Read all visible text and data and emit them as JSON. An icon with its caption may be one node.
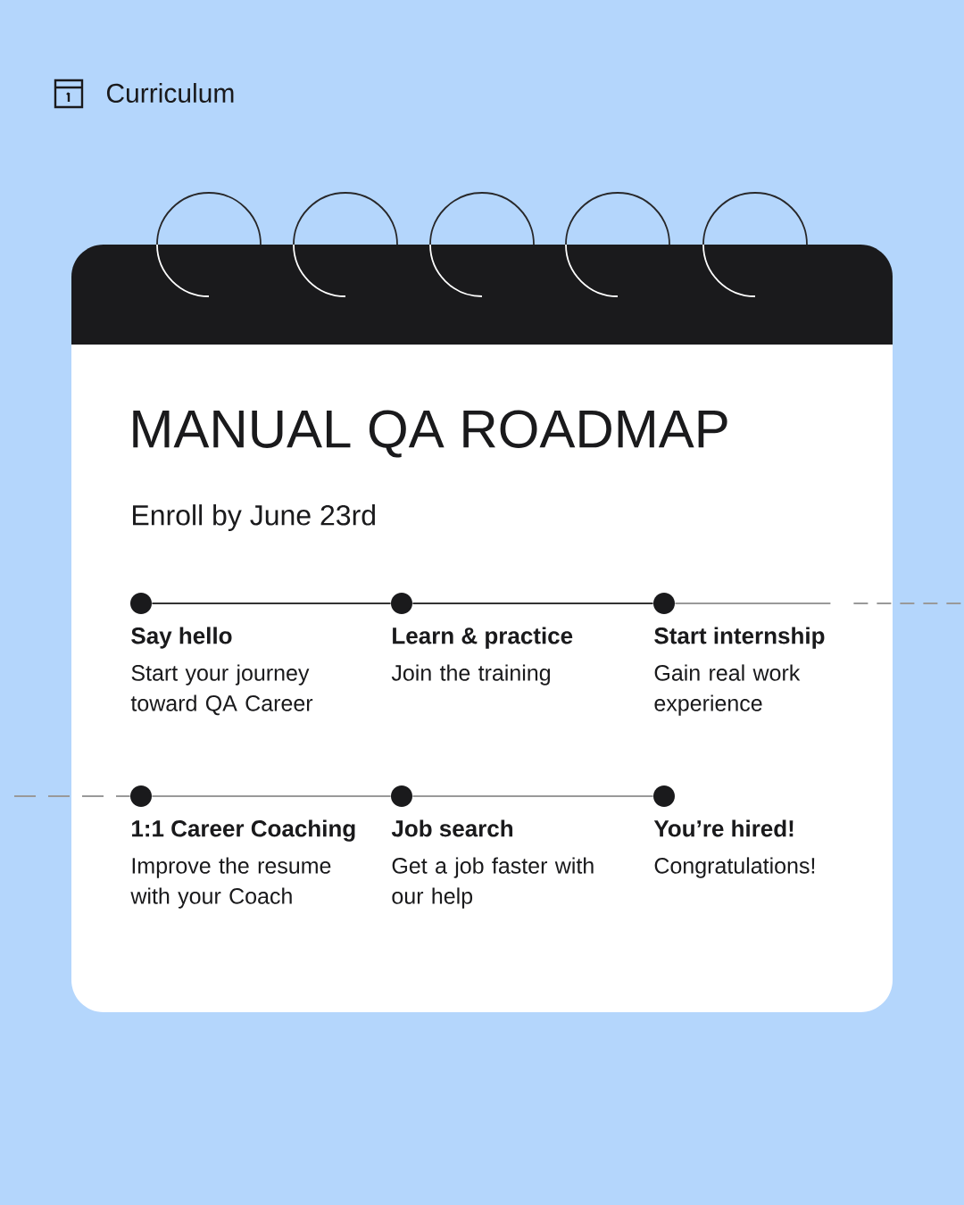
{
  "diagram": {
    "title": "MANUAL QA ROADMAP",
    "nodes": [
      {
        "text": [],
        "shape": "circle",
        "beside": [
          "Say hello",
          "Start your journey toward QA Career"
        ]
      },
      {
        "text": [],
        "shape": "circle",
        "beside": [
          "Learn & practice",
          "Join the training"
        ]
      },
      {
        "text": [],
        "shape": "circle",
        "beside": [
          "Start internship",
          "Gain real work experience"
        ]
      },
      {
        "text": [],
        "shape": "circle",
        "beside": [
          "1:1 Career Coaching",
          "Improve the resume with your Coach"
        ]
      },
      {
        "text": [],
        "shape": "circle",
        "beside": [
          "Job search",
          "Get a job faster with our help"
        ]
      },
      {
        "text": [],
        "shape": "circle",
        "beside": [
          "You’re hired!",
          "Congratulations!"
        ]
      }
    ],
    "edges": [
      {
        "from": 0,
        "to": 1,
        "arrow": "none",
        "color": "#333333"
      },
      {
        "from": 1,
        "to": 2,
        "arrow": "none",
        "color": "#333333"
      },
      {
        "from": 2,
        "to": null,
        "arrow": "none",
        "style": "dashed"
      },
      {
        "from": null,
        "to": 3,
        "arrow": "none",
        "style": "dashed"
      },
      {
        "from": 3,
        "to": 4,
        "arrow": "none"
      },
      {
        "from": 4,
        "to": 5,
        "arrow": "none"
      }
    ],
    "labels": [
      "Curriculum",
      "Enroll by June 23rd"
    ]
  }
}
